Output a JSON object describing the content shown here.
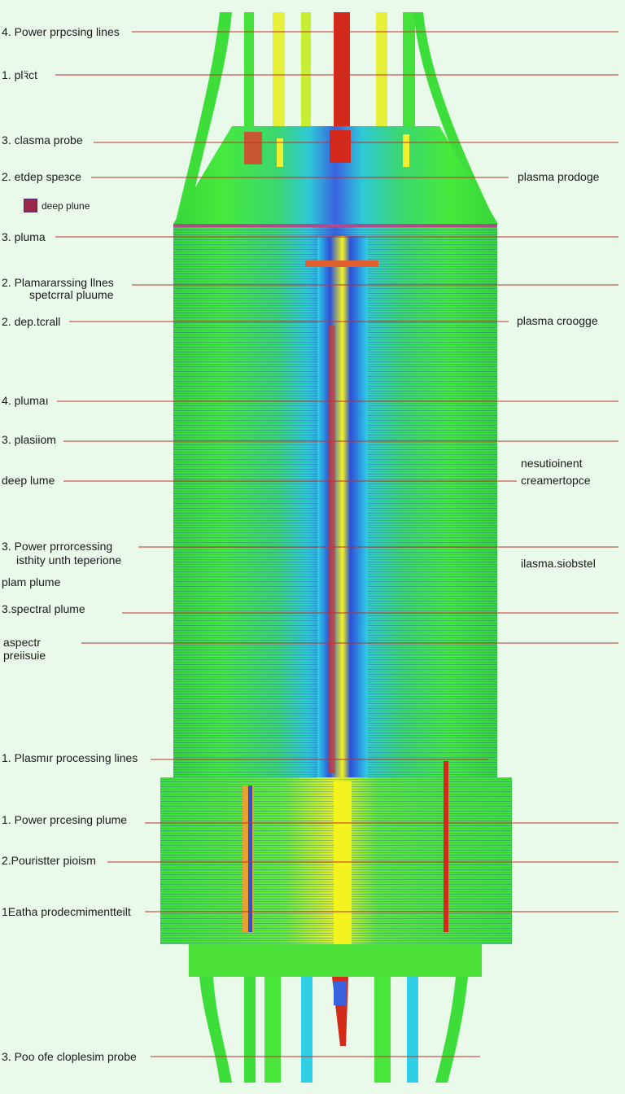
{
  "left_labels": [
    {
      "text": "4. Power prрcsing lines"
    },
    {
      "text": "1. plꝛ̈ct"
    },
    {
      "text": "3. clasma probe"
    },
    {
      "text": "2. etdep spезce"
    },
    {
      "text": "3. pluma"
    },
    {
      "text": "2. Plamararssing llnes"
    },
    {
      "text": "spetcrral pluume"
    },
    {
      "text": "2. dep.tcrall"
    },
    {
      "text": "4. plumaı"
    },
    {
      "text": "3. plasiiom"
    },
    {
      "text": "deep lume"
    },
    {
      "text": "3. Power prrorcessing"
    },
    {
      "text": "isthity unth teperione"
    },
    {
      "text": "plam plume"
    },
    {
      "text": "3.spectral plume"
    },
    {
      "text": "aspectr"
    },
    {
      "text": "preiisuie"
    },
    {
      "text": "1. Plasmır processing lines"
    },
    {
      "text": "1. Power prcesing plume"
    },
    {
      "text": "2.Pouristter pioism"
    },
    {
      "text": "1Eatha prodecmimentteilt"
    },
    {
      "text": "3. Poo ofe cloplesim probe"
    }
  ],
  "right_labels": [
    {
      "text": "plasma prodoge"
    },
    {
      "text": "plasma croogge"
    },
    {
      "text": "nesutioinent"
    },
    {
      "text": "creamertopce"
    },
    {
      "text": "ilasma.siobstel"
    }
  ],
  "legend": {
    "label": "deep plune",
    "color": "#9b2a4a"
  },
  "colors": {
    "background": "#e9faea",
    "structure": "#2fe02f",
    "core_blue": "#2b4fd8",
    "accent_yellow": "#f3f320",
    "accent_red": "#e02020",
    "cyan": "#22d8e8",
    "leader_line": "#c0302a"
  }
}
